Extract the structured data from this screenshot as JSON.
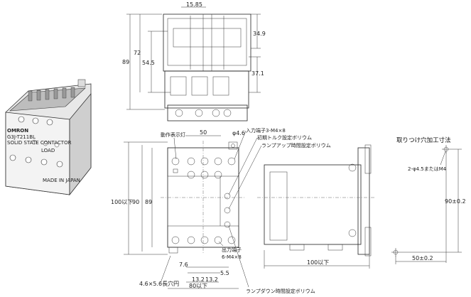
{
  "top_view": {
    "dims": {
      "width": "15.85",
      "h1": "34.9",
      "h2": "54.5",
      "h3": "72",
      "h4": "89",
      "h5": "37.1"
    }
  },
  "product": {
    "brand": "OMRON",
    "model": "G3J-T211BL",
    "label_1": "SOLID STATE CONTACTOR",
    "label_2": "LOAD",
    "label_3": "MADE IN JAPAN"
  },
  "front_view": {
    "dims": {
      "width_top": "50",
      "hole": "φ4.6",
      "height_left": "100以下",
      "h_90": "90",
      "h_89": "89",
      "d_7_6": "7.6",
      "d_13_2a": "13.2",
      "d_13_2b": "13.2",
      "d_5_5": "5.5",
      "slot": "4.6×5.6長穴円",
      "width_bottom": "80以下"
    },
    "callouts": {
      "indicator": "動作表示灯",
      "input_terminal": "入力端子3-M4×8",
      "torque_volume": "初期トルク設定ボリウム",
      "rampup_volume": "ランプアップ時間設定ボリウム",
      "output_terminal_1": "出力端子",
      "output_terminal_2": "6-M4×8",
      "rampdown_volume": "ランプダウン時間設定ボリウム"
    }
  },
  "side_view": {
    "dims": {
      "depth": "100以下"
    }
  },
  "mounting": {
    "title": "取りつけ穴加工寸法",
    "hole_label": "2-φ4.5またはM4",
    "pitch_v": "90±0.2",
    "pitch_h": "50±0.2"
  }
}
